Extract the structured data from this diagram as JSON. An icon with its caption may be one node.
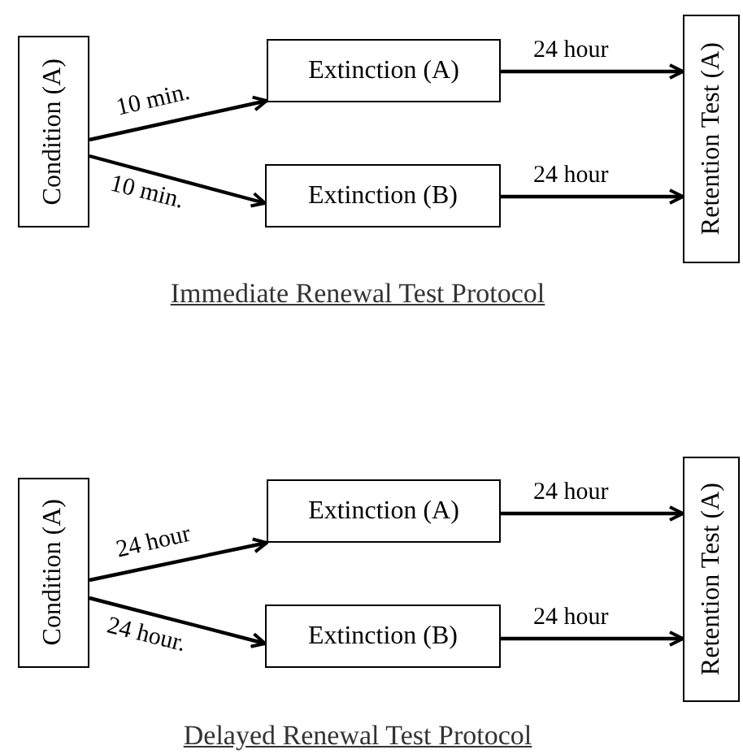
{
  "diagram": {
    "nodes": [
      {
        "text": [
          "Condition (A)"
        ]
      },
      {
        "text": [
          "Extinction (A)"
        ]
      },
      {
        "text": [
          "Extinction (B)"
        ]
      },
      {
        "text": [
          "Retention Test (A)"
        ]
      },
      {
        "text": [
          "Condition (A)"
        ]
      },
      {
        "text": [
          "Extinction (A)"
        ]
      },
      {
        "text": [
          "Extinction (B)"
        ]
      },
      {
        "text": [
          "Retention Test (A)"
        ]
      }
    ],
    "edges": [
      {
        "from": 0,
        "to": 1,
        "arrow": "to",
        "label": "10 min."
      },
      {
        "from": 0,
        "to": 2,
        "arrow": "to",
        "label": "10 min."
      },
      {
        "from": 1,
        "to": 3,
        "arrow": "to",
        "label": "24 hour"
      },
      {
        "from": 2,
        "to": 3,
        "arrow": "to",
        "label": "24 hour"
      },
      {
        "from": 4,
        "to": 5,
        "arrow": "to",
        "label": "24 hour"
      },
      {
        "from": 4,
        "to": 6,
        "arrow": "to",
        "label": "24 hour."
      },
      {
        "from": 5,
        "to": 7,
        "arrow": "to",
        "label": "24 hour"
      },
      {
        "from": 6,
        "to": 7,
        "arrow": "to",
        "label": "24 hour"
      }
    ],
    "labels": [
      "Immediate Renewal Test Protocol",
      "Delayed Renewal Test Protocol"
    ]
  }
}
